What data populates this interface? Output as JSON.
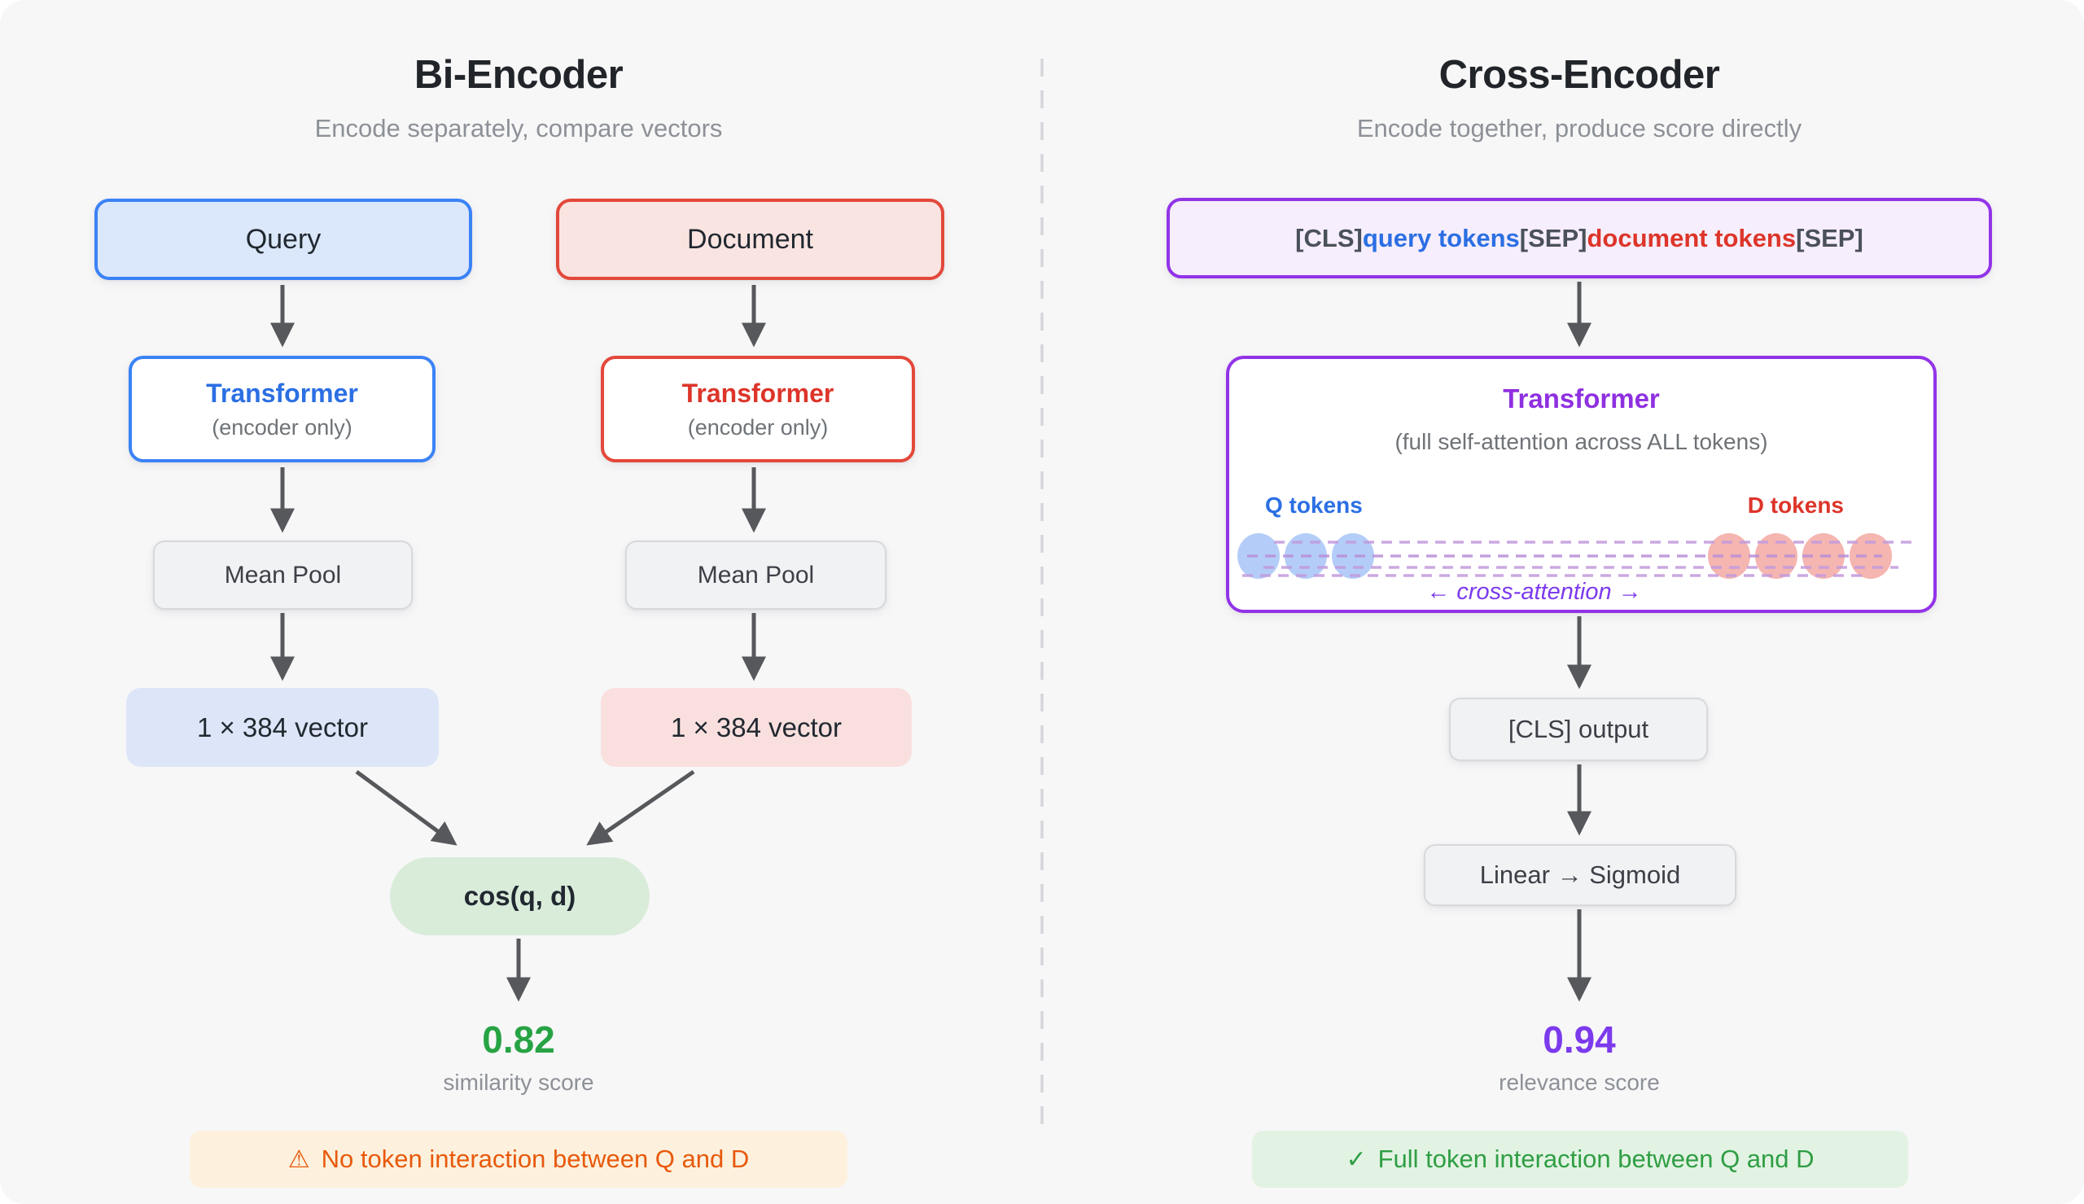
{
  "colors": {
    "canvas_bg": "#f7f7f8",
    "heading": "#212529",
    "subtitle": "#8d9197",
    "body": "#212830",
    "muted": "#6f7377",
    "gray_text": "#3c4046",
    "arrow": "#56585b",
    "divider": "#d4d6da",
    "blue_border": "#3b82f6",
    "blue_text": "#2b6fe3",
    "blue_fill": "#dbe8fb",
    "blue_vector_fill": "#dde6f8",
    "red_border": "#e3483a",
    "red_text": "#dd352a",
    "red_fill": "#fae4e1",
    "red_vector_fill": "#f9e0de",
    "gray_fill": "#f1f2f4",
    "gray_border": "#d7d9dc",
    "green_fill": "#d9ecda",
    "green_score": "#27a344",
    "green_badge_bg": "#e2f3e3",
    "green_badge_text": "#2f9e44",
    "orange_badge_bg": "#fdf1dd",
    "orange_badge_text": "#e8590c",
    "purple_border": "#9233e8",
    "purple_text": "#8f30e0",
    "purple_deep": "#7c3aed",
    "purple_fill": "#f6eefc",
    "dash_purple": "#c29ade",
    "token_blue": "#b4cdf8",
    "token_red": "#f5b5b0",
    "token_text_gray": "#4b5159"
  },
  "left": {
    "title": "Bi-Encoder",
    "subtitle": "Encode separately, compare vectors",
    "query_label": "Query",
    "document_label": "Document",
    "transformer_label": "Transformer",
    "transformer_note": "(encoder only)",
    "mean_pool_label": "Mean Pool",
    "vector_label": "1 × 384 vector",
    "cosine_label": "cos(q, d)",
    "score_value": "0.82",
    "score_caption": "similarity score",
    "badge_icon": "⚠",
    "badge_text": "No token interaction between Q and D"
  },
  "right": {
    "title": "Cross-Encoder",
    "subtitle": "Encode together, produce score directly",
    "input": {
      "cls": "[CLS]",
      "query_tokens": "query tokens",
      "sep1": "[SEP]",
      "document_tokens": "document tokens",
      "sep2": "[SEP]"
    },
    "transformer_label": "Transformer",
    "transformer_note": "(full self-attention across ALL tokens)",
    "q_tokens_label": "Q tokens",
    "d_tokens_label": "D tokens",
    "tokens_visual": {
      "q_circles": 3,
      "d_circles": 4
    },
    "cross_attention_label": "← cross-attention →",
    "cls_output_label": "[CLS] output",
    "linear_label": "Linear → Sigmoid",
    "score_value": "0.94",
    "score_caption": "relevance score",
    "badge_icon": "✓",
    "badge_text": "Full token interaction between Q and D"
  }
}
